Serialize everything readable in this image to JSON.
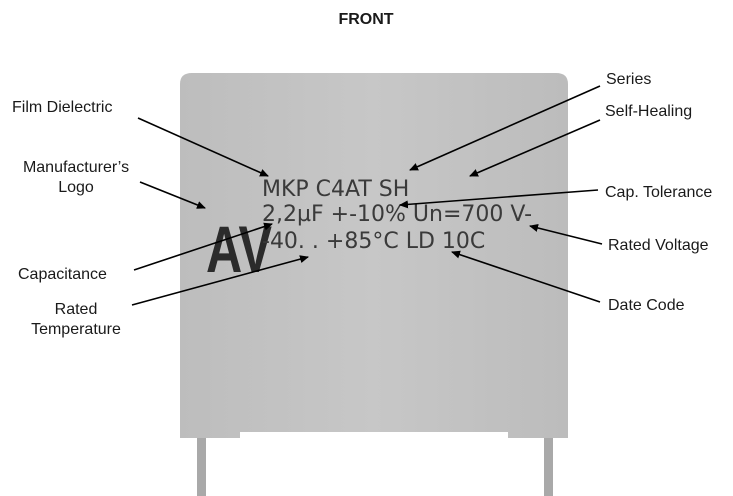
{
  "title": "FRONT",
  "logo_text": "AV",
  "component": {
    "name": "film-capacitor",
    "body_color": "#c4c4c4",
    "lead_color": "#a8a8a8"
  },
  "marking_lines": [
    "MKP C4AT SH",
    "2,2µF +-10% Un=700 V-",
    "-40. . +85°C LD 10C"
  ],
  "labels": {
    "film_dielectric": "Film Dielectric",
    "manufacturer_logo_1": "Manufacturer’s",
    "manufacturer_logo_2": "Logo",
    "capacitance": "Capacitance",
    "rated_temperature_1": "Rated",
    "rated_temperature_2": "Temperature",
    "series": "Series",
    "self_healing": "Self-Healing",
    "cap_tolerance": "Cap. Tolerance",
    "rated_voltage": "Rated Voltage",
    "date_code": "Date Code"
  }
}
